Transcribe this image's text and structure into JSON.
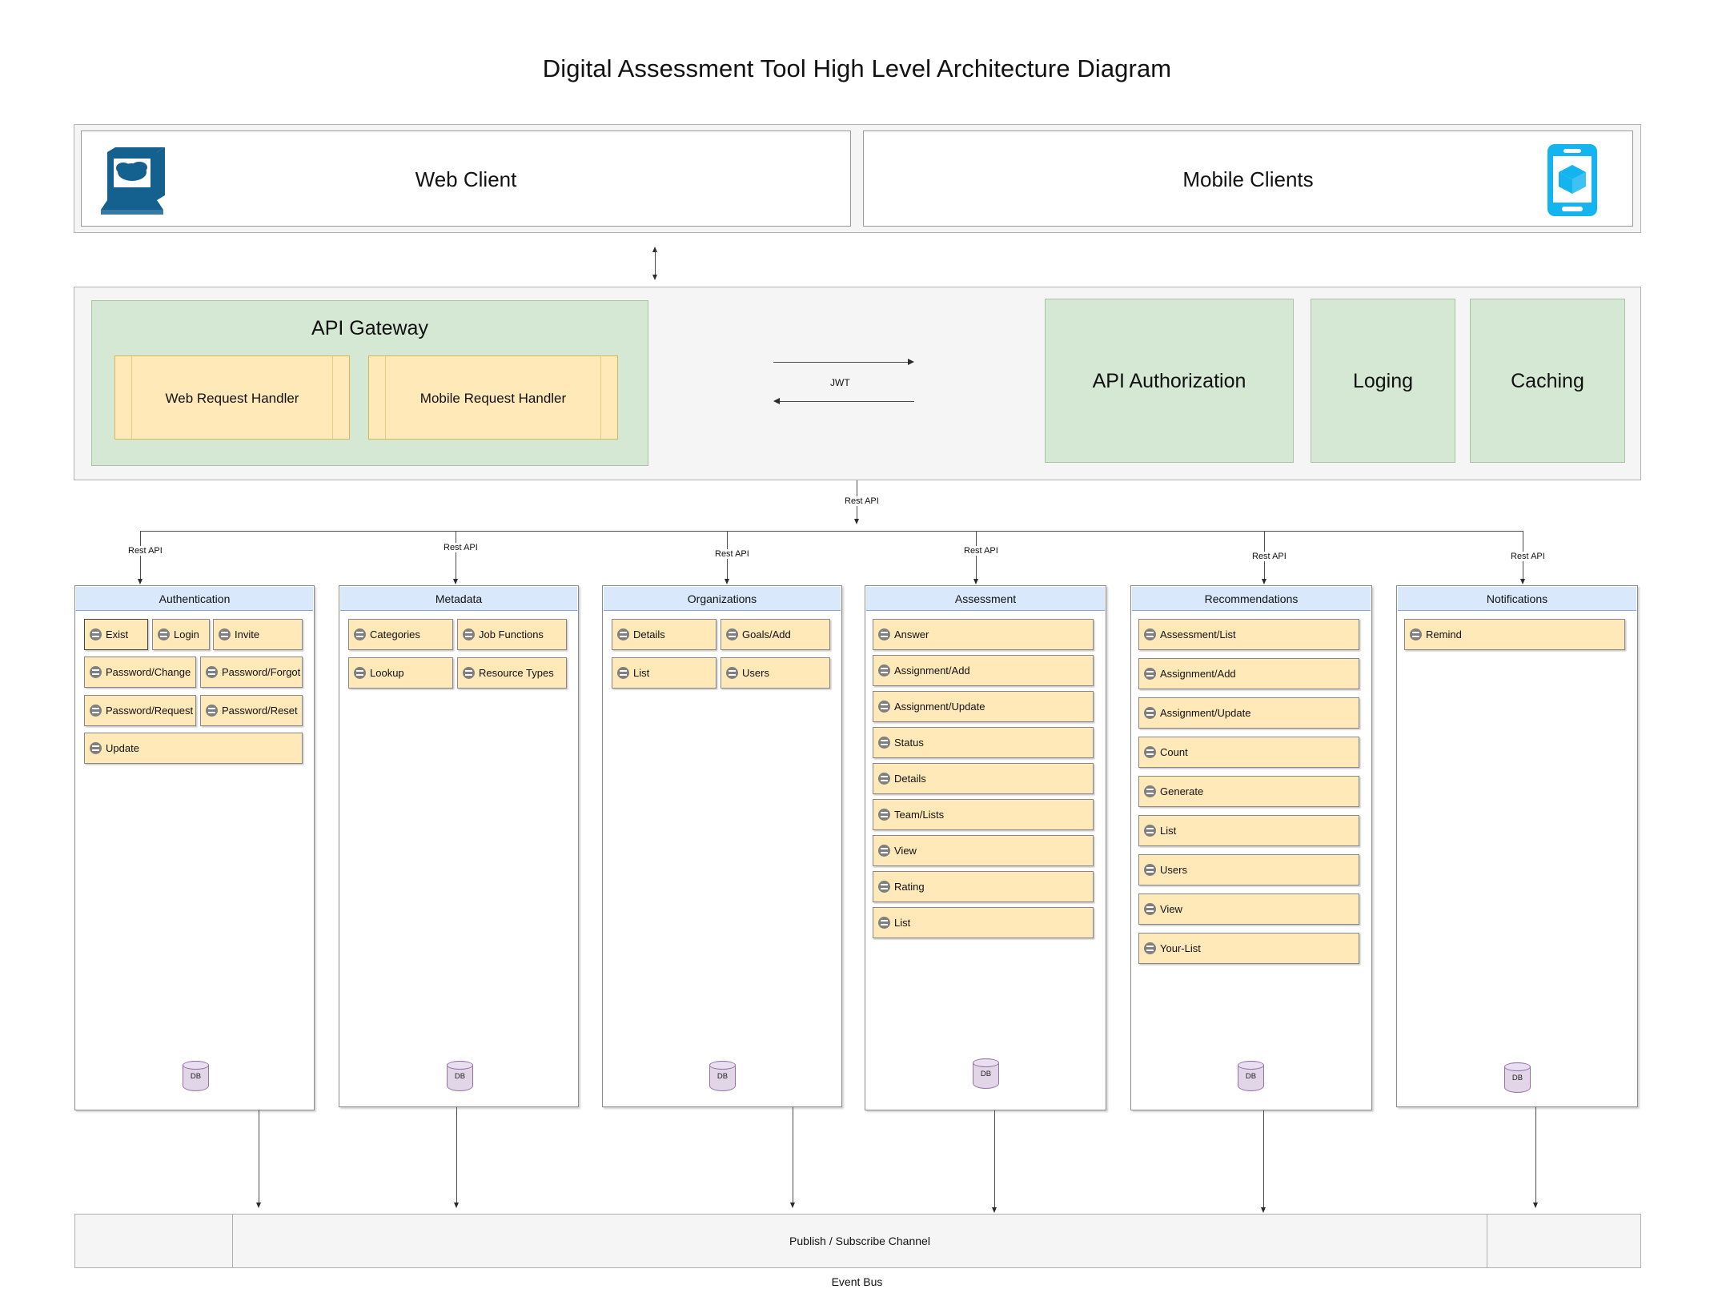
{
  "title": "Digital Assessment Tool High Level Architecture Diagram",
  "client_layer": {
    "web": {
      "label": "Web Client",
      "icon": "desktop-computer-icon"
    },
    "mobile": {
      "label": "Mobile Clients",
      "icon": "mobile-phone-cube-icon"
    }
  },
  "gateway_layer": {
    "api_gateway": {
      "label": "API Gateway",
      "handlers": [
        {
          "label": "Web Request Handler"
        },
        {
          "label": "Mobile Request Handler"
        }
      ]
    },
    "jwt_label": "JWT",
    "services": [
      {
        "label": "API Authorization"
      },
      {
        "label": "Loging"
      },
      {
        "label": "Caching"
      }
    ]
  },
  "connectors": {
    "rest_api": "Rest API"
  },
  "service_columns": [
    {
      "title": "Authentication",
      "db": "DB",
      "rows": [
        [
          {
            "label": "Exist",
            "highlight": true
          },
          {
            "label": "Login"
          },
          {
            "label": "Invite"
          }
        ],
        [
          {
            "label": "Password/Change"
          },
          {
            "label": "Password/Forgot"
          }
        ],
        [
          {
            "label": "Password/Request"
          },
          {
            "label": "Password/Reset"
          }
        ],
        [
          {
            "label": "Update"
          }
        ]
      ]
    },
    {
      "title": "Metadata",
      "db": "DB",
      "rows": [
        [
          {
            "label": "Categories"
          },
          {
            "label": "Job Functions"
          }
        ],
        [
          {
            "label": "Lookup"
          },
          {
            "label": "Resource Types"
          }
        ]
      ]
    },
    {
      "title": "Organizations",
      "db": "DB",
      "rows": [
        [
          {
            "label": "Details"
          },
          {
            "label": "Goals/Add"
          }
        ],
        [
          {
            "label": "List"
          },
          {
            "label": "Users"
          }
        ]
      ]
    },
    {
      "title": "Assessment",
      "db": "DB",
      "rows": [
        [
          {
            "label": "Answer"
          }
        ],
        [
          {
            "label": "Assignment/Add"
          }
        ],
        [
          {
            "label": "Assignment/Update"
          }
        ],
        [
          {
            "label": "Status"
          }
        ],
        [
          {
            "label": "Details"
          }
        ],
        [
          {
            "label": "Team/Lists"
          }
        ],
        [
          {
            "label": "View"
          }
        ],
        [
          {
            "label": "Rating"
          }
        ],
        [
          {
            "label": "List"
          }
        ]
      ]
    },
    {
      "title": "Recommendations",
      "db": "DB",
      "rows": [
        [
          {
            "label": "Assessment/List"
          }
        ],
        [
          {
            "label": "Assignment/Add"
          }
        ],
        [
          {
            "label": "Assignment/Update"
          }
        ],
        [
          {
            "label": "Count"
          }
        ],
        [
          {
            "label": "Generate"
          }
        ],
        [
          {
            "label": "List"
          }
        ],
        [
          {
            "label": "Users"
          }
        ],
        [
          {
            "label": "View"
          }
        ],
        [
          {
            "label": "Your-List"
          }
        ]
      ]
    },
    {
      "title": "Notifications",
      "db": "DB",
      "rows": [
        [
          {
            "label": "Remind"
          }
        ]
      ]
    }
  ],
  "event_bus": {
    "channel_label": "Publish / Subscribe Channel",
    "caption": "Event Bus"
  },
  "colors": {
    "green": "#d5e8d4",
    "yellow": "#ffe9b8",
    "blue_header": "#dae8fc",
    "purple_db": "#e1d5e7",
    "band_gray": "#f5f5f5",
    "web_icon": "#14618f",
    "mobile_icon": "#14b4f0"
  }
}
